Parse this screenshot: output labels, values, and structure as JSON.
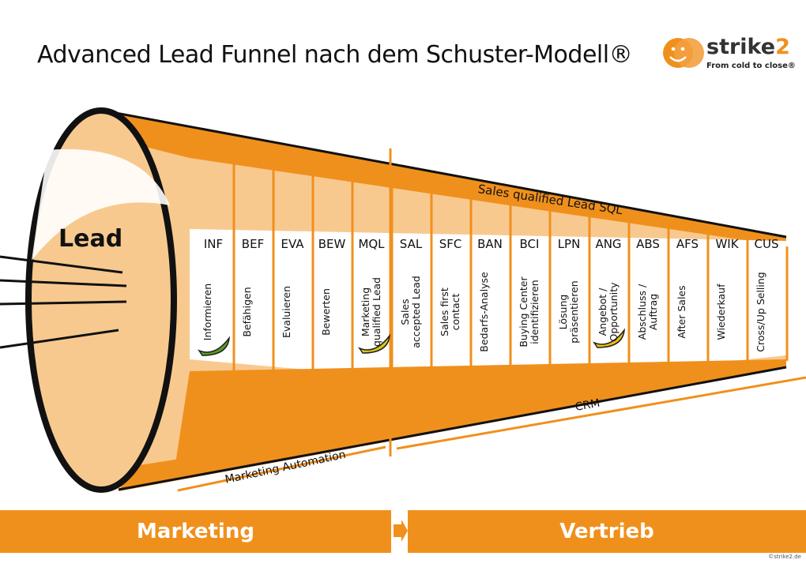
{
  "title": "Advanced Lead Funnel nach dem Schuster-Modell®",
  "logo": {
    "word": "strike",
    "num": "2",
    "tagline": "From cold to close®"
  },
  "lead_label": "Lead",
  "sql_label": "Sales qualified Lead SQL",
  "automation_label": "Marketing Automation",
  "crm_label": "CRM",
  "stages": [
    {
      "abbr": "INF",
      "desc": "Informieren"
    },
    {
      "abbr": "BEF",
      "desc": "Befähigen"
    },
    {
      "abbr": "EVA",
      "desc": "Evaluieren"
    },
    {
      "abbr": "BEW",
      "desc": "Bewerten"
    },
    {
      "abbr": "MQL",
      "desc": "Marketing\nqualified Lead"
    },
    {
      "abbr": "SAL",
      "desc": "Sales\naccepted Lead"
    },
    {
      "abbr": "SFC",
      "desc": "Sales first\ncontact"
    },
    {
      "abbr": "BAN",
      "desc": "Bedarfs-Analyse"
    },
    {
      "abbr": "BCI",
      "desc": "Buying Center\nidentifizieren"
    },
    {
      "abbr": "LPN",
      "desc": "Lösung\npräsentieren"
    },
    {
      "abbr": "ANG",
      "desc": "Angebot /\nOpportunity"
    },
    {
      "abbr": "ABS",
      "desc": "Abschluss /\nAuftrag"
    },
    {
      "abbr": "AFS",
      "desc": "After Sales"
    },
    {
      "abbr": "WIK",
      "desc": "Wiederkauf"
    },
    {
      "abbr": "CUS",
      "desc": "Cross/Up Selling"
    }
  ],
  "bars": {
    "marketing": "Marketing",
    "vertrieb": "Vertrieb"
  },
  "copyright": "©strike2.de",
  "colors": {
    "orange": "#f0901c",
    "light_orange": "#f8c98f"
  }
}
